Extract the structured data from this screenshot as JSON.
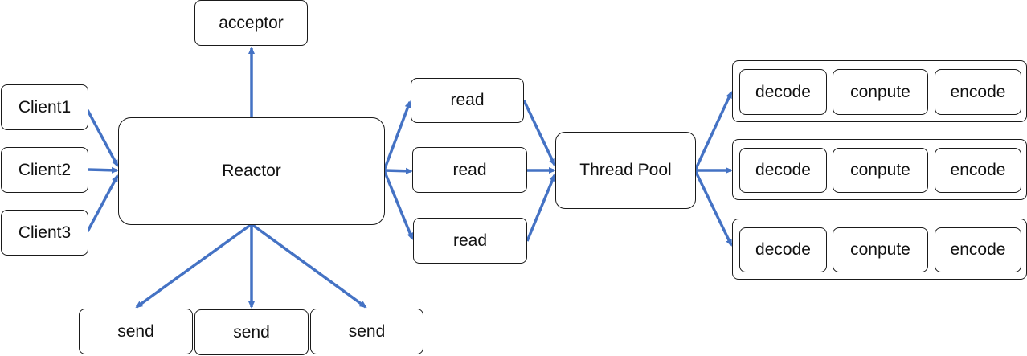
{
  "colors": {
    "arrow": "#4472C4",
    "border": "#1a1a1a",
    "text": "#111111"
  },
  "nodes": {
    "acceptor": "acceptor",
    "client1": "Client1",
    "client2": "Client2",
    "client3": "Client3",
    "reactor": "Reactor",
    "read1": "read",
    "read2": "read",
    "read3": "read",
    "thread_pool": "Thread Pool",
    "send1": "send",
    "send2": "send",
    "send3": "send"
  },
  "pipelines": [
    {
      "decode": "decode",
      "compute": "conpute",
      "encode": "encode"
    },
    {
      "decode": "decode",
      "compute": "conpute",
      "encode": "encode"
    },
    {
      "decode": "decode",
      "compute": "conpute",
      "encode": "encode"
    }
  ]
}
